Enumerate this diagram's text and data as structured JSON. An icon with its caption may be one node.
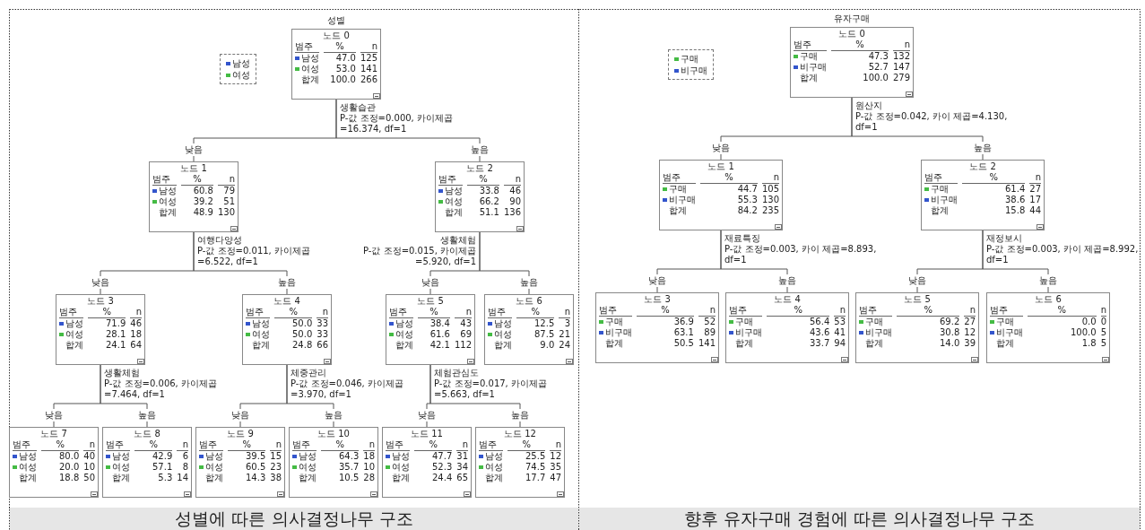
{
  "diagram": {
    "nodes": [
      {
        "text": [
          "노드 0",
          "범주",
          "%",
          "n",
          "남성",
          "47.0",
          "125",
          "여성",
          "53.0",
          "141",
          "합계",
          "100.0",
          "266"
        ],
        "beside": [
          "생활습관",
          "P-값 조정=0.000, 카이제곱=16.374, df=1"
        ]
      },
      {
        "text": [
          "노드 1",
          "범주",
          "%",
          "n",
          "남성",
          "60.8",
          "79",
          "여성",
          "39.2",
          "51",
          "합계",
          "48.9",
          "130"
        ],
        "beside": [
          "여행다양성",
          "P-값 조정=0.011, 카이제곱=6.522, df=1"
        ]
      },
      {
        "text": [
          "노드 2",
          "범주",
          "%",
          "n",
          "남성",
          "33.8",
          "46",
          "여성",
          "66.2",
          "90",
          "합계",
          "51.1",
          "136"
        ],
        "beside": [
          "생활체험",
          "P-값 조정=0.015, 카이제곱=5.920, df=1"
        ]
      },
      {
        "text": [
          "노드 3",
          "범주",
          "%",
          "n",
          "남성",
          "71.9",
          "46",
          "여성",
          "28.1",
          "18",
          "합계",
          "24.1",
          "64"
        ],
        "beside": [
          "생활체험",
          "P-값 조정=0.006, 카이제곱=7.464, df=1"
        ]
      },
      {
        "text": [
          "노드 4",
          "범주",
          "%",
          "n",
          "남성",
          "50.0",
          "33",
          "여성",
          "50.0",
          "33",
          "합계",
          "24.8",
          "66"
        ],
        "beside": [
          "체중관리",
          "P-값 조정=0.046, 카이제곱=3.970, df=1"
        ]
      },
      {
        "text": [
          "노드 5",
          "범주",
          "%",
          "n",
          "남성",
          "38.4",
          "43",
          "여성",
          "61.6",
          "69",
          "합계",
          "42.1",
          "112"
        ],
        "beside": [
          "체험관심도",
          "P-값 조정=0.017, 카이제곱=5.663, df=1"
        ]
      },
      {
        "text": [
          "노드 6",
          "범주",
          "%",
          "n",
          "남성",
          "12.5",
          "3",
          "여성",
          "87.5",
          "21",
          "합계",
          "9.0",
          "24"
        ]
      },
      {
        "text": [
          "노드 7",
          "범주",
          "%",
          "n",
          "남성",
          "80.0",
          "40",
          "여성",
          "20.0",
          "10",
          "합계",
          "18.8",
          "50"
        ]
      },
      {
        "text": [
          "노드 8",
          "범주",
          "%",
          "n",
          "남성",
          "42.9",
          "6",
          "여성",
          "57.1",
          "8",
          "합계",
          "5.3",
          "14"
        ]
      },
      {
        "text": [
          "노드 9",
          "범주",
          "%",
          "n",
          "남성",
          "39.5",
          "15",
          "여성",
          "60.5",
          "23",
          "합계",
          "14.3",
          "38"
        ]
      },
      {
        "text": [
          "노드 10",
          "범주",
          "%",
          "n",
          "남성",
          "64.3",
          "18",
          "여성",
          "35.7",
          "10",
          "합계",
          "10.5",
          "28"
        ]
      },
      {
        "text": [
          "노드 11",
          "범주",
          "%",
          "n",
          "남성",
          "47.7",
          "31",
          "여성",
          "52.3",
          "34",
          "합계",
          "24.4",
          "65"
        ]
      },
      {
        "text": [
          "노드 12",
          "범주",
          "%",
          "n",
          "남성",
          "25.5",
          "12",
          "여성",
          "74.5",
          "35",
          "합계",
          "17.7",
          "47"
        ]
      },
      {
        "text": [
          "노드 0",
          "범주",
          "%",
          "n",
          "구매",
          "47.3",
          "132",
          "비구매",
          "52.7",
          "147",
          "합계",
          "100.0",
          "279"
        ],
        "beside": [
          "원산지",
          "P-값 조정=0.042, 카이 제곱=4.130, df=1"
        ]
      },
      {
        "text": [
          "노드 1",
          "범주",
          "%",
          "n",
          "구매",
          "44.7",
          "105",
          "비구매",
          "55.3",
          "130",
          "합계",
          "84.2",
          "235"
        ],
        "beside": [
          "재료특징",
          "P-값 조정=0.003, 카이 제곱=8.893, df=1"
        ]
      },
      {
        "text": [
          "노드 2",
          "범주",
          "%",
          "n",
          "구매",
          "61.4",
          "27",
          "비구매",
          "38.6",
          "17",
          "합계",
          "15.8",
          "44"
        ],
        "beside": [
          "재정보시",
          "P-값 조정=0.003, 카이 제곱=8.992, df=1"
        ]
      },
      {
        "text": [
          "노드 3",
          "범주",
          "%",
          "n",
          "구매",
          "36.9",
          "52",
          "비구매",
          "63.1",
          "89",
          "합계",
          "50.5",
          "141"
        ]
      },
      {
        "text": [
          "노드 4",
          "범주",
          "%",
          "n",
          "구매",
          "56.4",
          "53",
          "비구매",
          "43.6",
          "41",
          "합계",
          "33.7",
          "94"
        ]
      },
      {
        "text": [
          "노드 5",
          "범주",
          "%",
          "n",
          "구매",
          "69.2",
          "27",
          "비구매",
          "30.8",
          "12",
          "합계",
          "14.0",
          "39"
        ]
      },
      {
        "text": [
          "노드 6",
          "범주",
          "%",
          "n",
          "구매",
          "0.0",
          "0",
          "비구매",
          "100.0",
          "5",
          "합계",
          "1.8",
          "5"
        ]
      }
    ],
    "edges": [
      {
        "from": 0,
        "to": 1,
        "arrow": "none",
        "label": "낮음"
      },
      {
        "from": 0,
        "to": 2,
        "arrow": "none",
        "label": "높음"
      },
      {
        "from": 1,
        "to": 3,
        "arrow": "none",
        "label": "낮음"
      },
      {
        "from": 1,
        "to": 4,
        "arrow": "none",
        "label": "높음"
      },
      {
        "from": 2,
        "to": 5,
        "arrow": "none",
        "label": "낮음"
      },
      {
        "from": 2,
        "to": 6,
        "arrow": "none",
        "label": "높음"
      },
      {
        "from": 3,
        "to": 7,
        "arrow": "none",
        "label": "낮음"
      },
      {
        "from": 3,
        "to": 8,
        "arrow": "none",
        "label": "높음"
      },
      {
        "from": 4,
        "to": 9,
        "arrow": "none",
        "label": "낮음"
      },
      {
        "from": 4,
        "to": 10,
        "arrow": "none",
        "label": "높음"
      },
      {
        "from": 5,
        "to": 11,
        "arrow": "none",
        "label": "낮음"
      },
      {
        "from": 5,
        "to": 12,
        "arrow": "none",
        "label": "높음"
      },
      {
        "from": 13,
        "to": 14,
        "arrow": "none",
        "label": "낮음"
      },
      {
        "from": 13,
        "to": 15,
        "arrow": "none",
        "label": "높음"
      },
      {
        "from": 14,
        "to": 16,
        "arrow": "none",
        "label": "낮음"
      },
      {
        "from": 14,
        "to": 17,
        "arrow": "none",
        "label": "높음"
      },
      {
        "from": 15,
        "to": 18,
        "arrow": "none",
        "label": "낮음"
      },
      {
        "from": 15,
        "to": 19,
        "arrow": "none",
        "label": "높음"
      }
    ],
    "labels": [
      "성별",
      "유자구매",
      "성별에 따른 의사결정나무 구조",
      "향후 유자구매 경험에 따른 의사결정나무 구조"
    ],
    "legend": [
      {
        "text": "남성",
        "color": "#3355cc"
      },
      {
        "text": "여성",
        "color": "#44bb44"
      },
      {
        "text": "구매",
        "color": "#44bb44"
      },
      {
        "text": "비구매",
        "color": "#3355cc"
      }
    ]
  }
}
